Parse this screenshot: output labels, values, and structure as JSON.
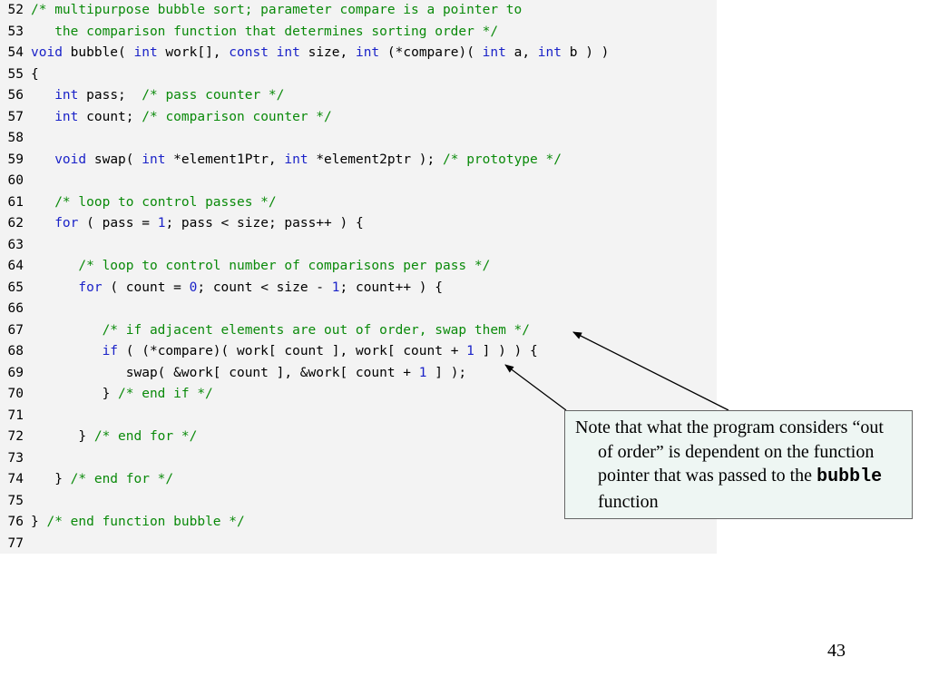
{
  "code": {
    "colors": {
      "keyword": "#1a22c8",
      "comment": "#0a8a0a",
      "number": "#1a22c8",
      "plain": "#000000"
    },
    "lines": [
      {
        "n": "52",
        "tokens": [
          [
            "cm",
            "/* multipurpose bubble sort; parameter compare is a pointer to"
          ]
        ]
      },
      {
        "n": "53",
        "tokens": [
          [
            "cm",
            "   the comparison function that determines sorting order */"
          ]
        ]
      },
      {
        "n": "54",
        "tokens": [
          [
            "kw",
            "void"
          ],
          [
            "p",
            " bubble( "
          ],
          [
            "kw",
            "int"
          ],
          [
            "p",
            " work[], "
          ],
          [
            "kw",
            "const int"
          ],
          [
            "p",
            " size, "
          ],
          [
            "kw",
            "int"
          ],
          [
            "p",
            " (*compare)( "
          ],
          [
            "kw",
            "int"
          ],
          [
            "p",
            " a, "
          ],
          [
            "kw",
            "int"
          ],
          [
            "p",
            " b ) )"
          ]
        ]
      },
      {
        "n": "55",
        "tokens": [
          [
            "p",
            "{"
          ]
        ]
      },
      {
        "n": "56",
        "tokens": [
          [
            "p",
            "   "
          ],
          [
            "kw",
            "int"
          ],
          [
            "p",
            " pass;  "
          ],
          [
            "cm",
            "/* pass counter */"
          ]
        ]
      },
      {
        "n": "57",
        "tokens": [
          [
            "p",
            "   "
          ],
          [
            "kw",
            "int"
          ],
          [
            "p",
            " count; "
          ],
          [
            "cm",
            "/* comparison counter */"
          ]
        ]
      },
      {
        "n": "58",
        "tokens": []
      },
      {
        "n": "59",
        "tokens": [
          [
            "p",
            "   "
          ],
          [
            "kw",
            "void"
          ],
          [
            "p",
            " swap( "
          ],
          [
            "kw",
            "int"
          ],
          [
            "p",
            " *element1Ptr, "
          ],
          [
            "kw",
            "int"
          ],
          [
            "p",
            " *element2ptr ); "
          ],
          [
            "cm",
            "/* prototype */"
          ]
        ]
      },
      {
        "n": "60",
        "tokens": []
      },
      {
        "n": "61",
        "tokens": [
          [
            "p",
            "   "
          ],
          [
            "cm",
            "/* loop to control passes */"
          ]
        ]
      },
      {
        "n": "62",
        "tokens": [
          [
            "p",
            "   "
          ],
          [
            "kw",
            "for"
          ],
          [
            "p",
            " ( pass = "
          ],
          [
            "num",
            "1"
          ],
          [
            "p",
            "; pass < size; pass++ ) {"
          ]
        ]
      },
      {
        "n": "63",
        "tokens": []
      },
      {
        "n": "64",
        "tokens": [
          [
            "p",
            "      "
          ],
          [
            "cm",
            "/* loop to control number of comparisons per pass */"
          ]
        ]
      },
      {
        "n": "65",
        "tokens": [
          [
            "p",
            "      "
          ],
          [
            "kw",
            "for"
          ],
          [
            "p",
            " ( count = "
          ],
          [
            "num",
            "0"
          ],
          [
            "p",
            "; count < size - "
          ],
          [
            "num",
            "1"
          ],
          [
            "p",
            "; count++ ) {"
          ]
        ]
      },
      {
        "n": "66",
        "tokens": []
      },
      {
        "n": "67",
        "tokens": [
          [
            "p",
            "         "
          ],
          [
            "cm",
            "/* if adjacent elements are out of order, swap them */"
          ]
        ]
      },
      {
        "n": "68",
        "tokens": [
          [
            "p",
            "         "
          ],
          [
            "kw",
            "if"
          ],
          [
            "p",
            " ( (*compare)( work[ count ], work[ count + "
          ],
          [
            "num",
            "1"
          ],
          [
            "p",
            " ] ) ) {"
          ]
        ]
      },
      {
        "n": "69",
        "tokens": [
          [
            "p",
            "            swap( &work[ count ], &work[ count + "
          ],
          [
            "num",
            "1"
          ],
          [
            "p",
            " ] );"
          ]
        ]
      },
      {
        "n": "70",
        "tokens": [
          [
            "p",
            "         } "
          ],
          [
            "cm",
            "/* end if */"
          ]
        ]
      },
      {
        "n": "71",
        "tokens": []
      },
      {
        "n": "72",
        "tokens": [
          [
            "p",
            "      } "
          ],
          [
            "cm",
            "/* end for */"
          ]
        ]
      },
      {
        "n": "73",
        "tokens": []
      },
      {
        "n": "74",
        "tokens": [
          [
            "p",
            "   } "
          ],
          [
            "cm",
            "/* end for */"
          ]
        ]
      },
      {
        "n": "75",
        "tokens": []
      },
      {
        "n": "76",
        "tokens": [
          [
            "p",
            "} "
          ],
          [
            "cm",
            "/* end function bubble */"
          ]
        ]
      },
      {
        "n": "77",
        "tokens": []
      }
    ]
  },
  "callout": {
    "text_before": "Note that what the program considers “out of order” is dependent on the function pointer that was passed to the ",
    "code_word": "bubble",
    "text_after": " function"
  },
  "page_number": "43"
}
